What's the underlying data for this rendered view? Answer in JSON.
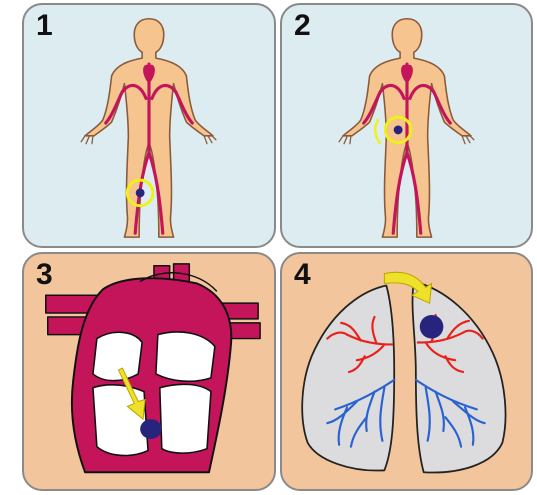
{
  "colors": {
    "body_bg": "#dcecf0",
    "heart_lung_bg": "#f2c59c",
    "skin": "#f5c48f",
    "skin_outline": "#b07a4e",
    "artery": "#c4145a",
    "vein_red": "#e8221b",
    "vein_blue": "#2a62d2",
    "clot": "#27247d",
    "highlight": "#eef21a",
    "arrow": "#efe02a",
    "lung_fill": "#dcdcde"
  },
  "panels": [
    {
      "number": "1",
      "scene": "body",
      "marker": "clot-in-lower-leg"
    },
    {
      "number": "2",
      "scene": "body",
      "marker": "clot-in-thigh"
    },
    {
      "number": "3",
      "scene": "heart",
      "marker": "clot-in-heart-chamber"
    },
    {
      "number": "4",
      "scene": "lungs",
      "marker": "clot-in-lung"
    }
  ]
}
